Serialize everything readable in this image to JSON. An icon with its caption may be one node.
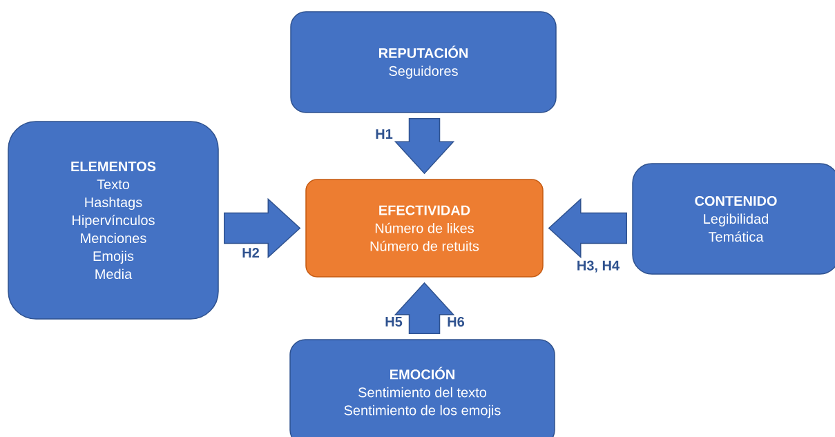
{
  "diagram": {
    "nodes": [
      {
        "text": [
          "REPUTACIÓN",
          "Seguidores"
        ]
      },
      {
        "text": [
          "ELEMENTOS",
          "Texto",
          "Hashtags",
          "Hipervínculos",
          "Menciones",
          "Emojis",
          "Media"
        ]
      },
      {
        "text": [
          "EFECTIVIDAD",
          "Número de likes",
          "Número de retuits"
        ]
      },
      {
        "text": [
          "CONTENIDO",
          "Legibilidad",
          "Temática"
        ]
      },
      {
        "text": [
          "EMOCIÓN",
          "Sentimiento del texto",
          "Sentimiento de los emojis"
        ]
      }
    ],
    "edges": [
      {
        "from": 0,
        "to": 2,
        "arrow": "to",
        "label": "H1"
      },
      {
        "from": 1,
        "to": 2,
        "arrow": "to",
        "label": "H2"
      },
      {
        "from": 3,
        "to": 2,
        "arrow": "to",
        "label": "H3, H4"
      },
      {
        "from": 4,
        "to": 2,
        "arrow": "to"
      }
    ],
    "labels": [
      "H5",
      "H6"
    ]
  }
}
